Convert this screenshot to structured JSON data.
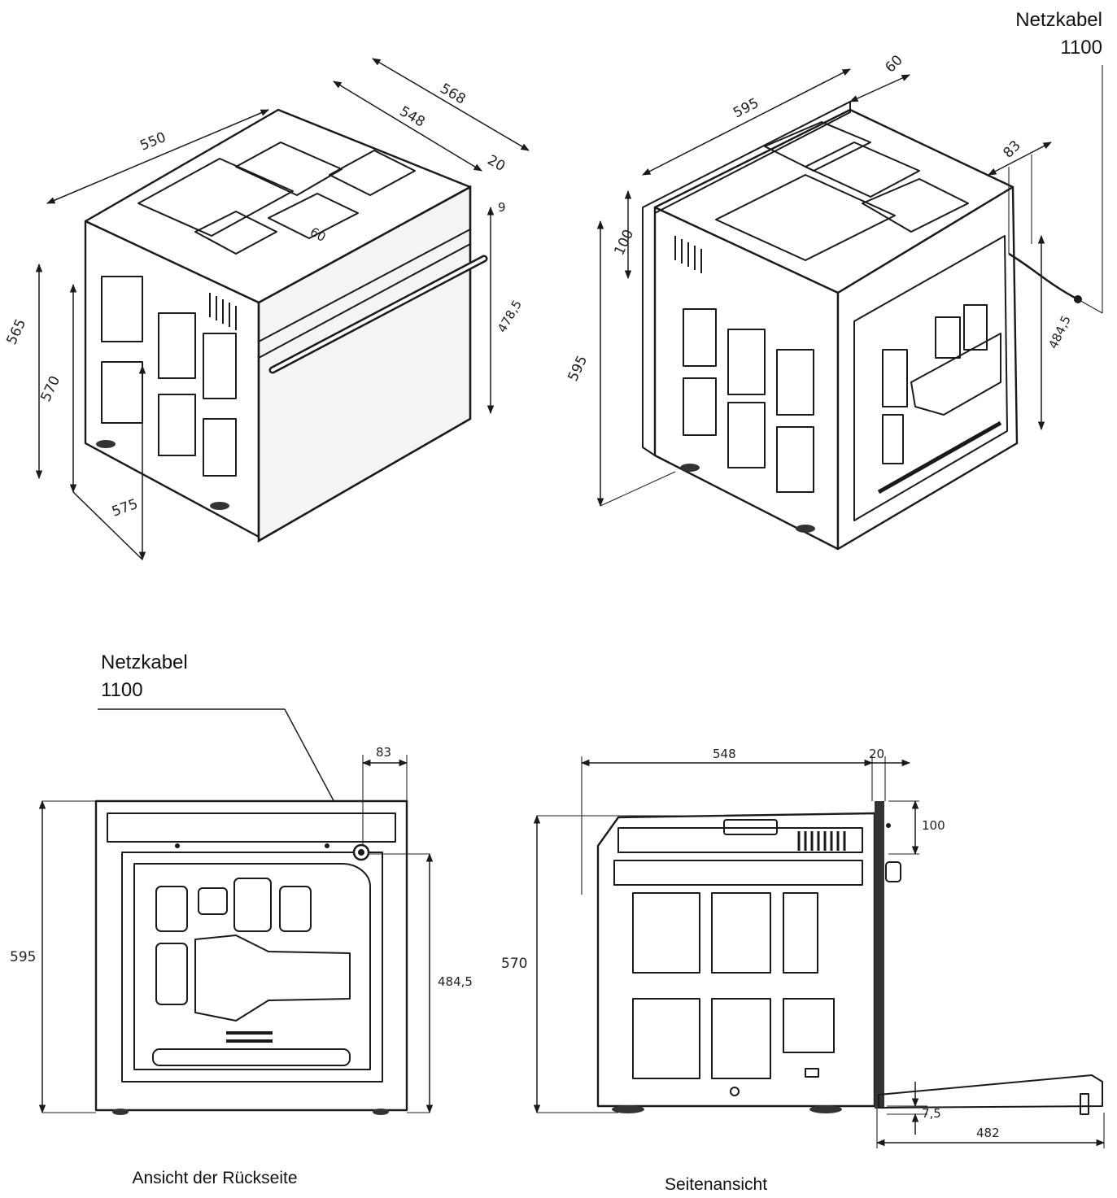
{
  "views": {
    "front_iso": {
      "dims": {
        "width": "550",
        "depth_total": "568",
        "depth_body": "548",
        "door_thickness": "20",
        "gap": "9",
        "vent": "60",
        "height_total": "565",
        "height_body": "570",
        "height_door": "478,5",
        "floor": "575"
      }
    },
    "rear_iso": {
      "netzkabel_label": "Netzkabel",
      "netzkabel_value": "1100",
      "dims": {
        "width": "595",
        "depth": "60",
        "vent_height": "100",
        "height": "595",
        "cable_offset": "83",
        "cable_height": "484,5"
      }
    },
    "rear": {
      "netzkabel_label": "Netzkabel",
      "netzkabel_value": "1100",
      "caption": "Ansicht der Rückseite",
      "dims": {
        "cable_offset": "83",
        "height": "595",
        "cable_height": "484,5"
      }
    },
    "side": {
      "caption": "Seitenansicht",
      "dims": {
        "depth": "548",
        "door": "20",
        "vent": "100",
        "height": "570",
        "foot": "7,5",
        "door_open": "482"
      }
    }
  }
}
